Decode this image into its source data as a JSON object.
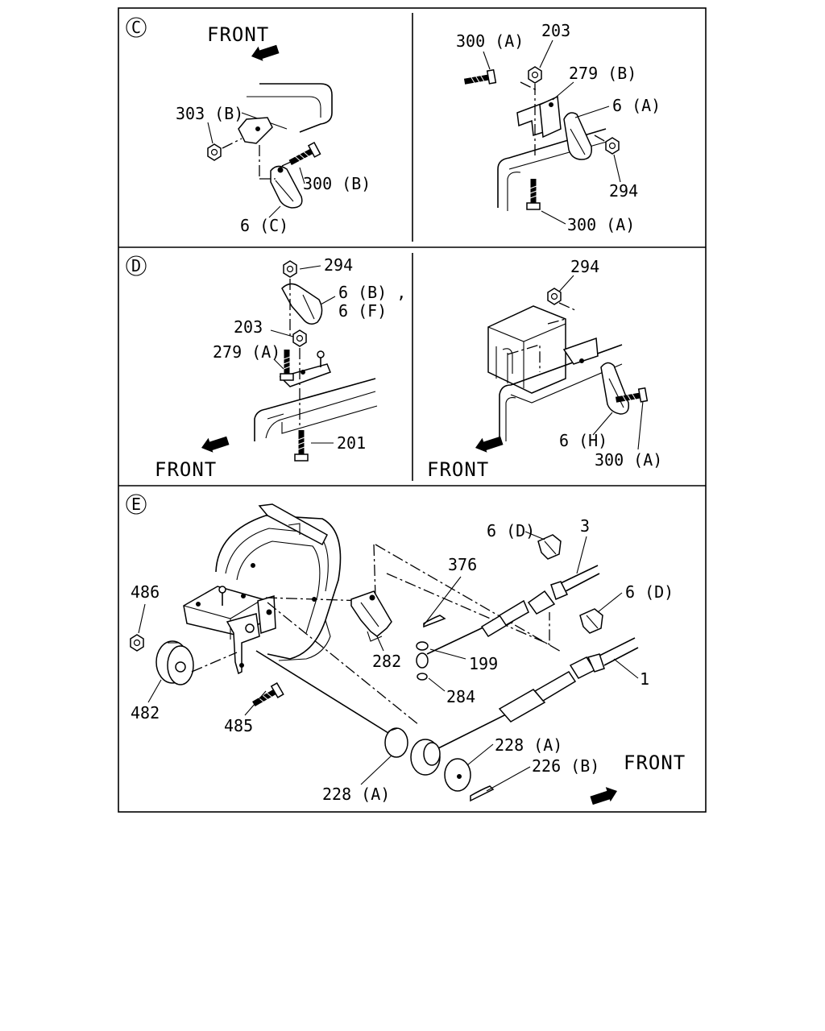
{
  "panels": {
    "c_left": {
      "marker": "C",
      "direction": "FRONT",
      "callouts": {
        "nut": "303 (B)",
        "bolt": "300 (B)",
        "clip": "6 (C)"
      }
    },
    "c_right": {
      "callouts": {
        "bolt_top": "300 (A)",
        "nut_top": "203",
        "bracket": "279 (B)",
        "clip": "6 (A)",
        "nut_side": "294",
        "bolt_bottom": "300 (A)"
      }
    },
    "d_left": {
      "marker": "D",
      "direction": "FRONT",
      "callouts": {
        "nut_top": "294",
        "clip_line1": "6 (B) ,",
        "clip_line2": "6 (F)",
        "nut_mid": "203",
        "bracket": "279 (A)",
        "bolt_bottom": "201"
      }
    },
    "d_right": {
      "direction": "FRONT",
      "callouts": {
        "nut": "294",
        "clip": "6 (H)",
        "bolt": "300 (A)"
      }
    },
    "e": {
      "marker": "E",
      "direction": "FRONT",
      "callouts": {
        "nut": "486",
        "bushing": "482",
        "bolt": "485",
        "washer_left": "228 (A)",
        "lever": "282",
        "pin": "376",
        "bushing_small": "199",
        "washer_small": "284",
        "clip_upper": "6 (D)",
        "cable_upper": "3",
        "clip_lower": "6 (D)",
        "cable_lower": "1",
        "washer_right": "228 (A)",
        "pin_right": "226 (B)"
      }
    }
  }
}
